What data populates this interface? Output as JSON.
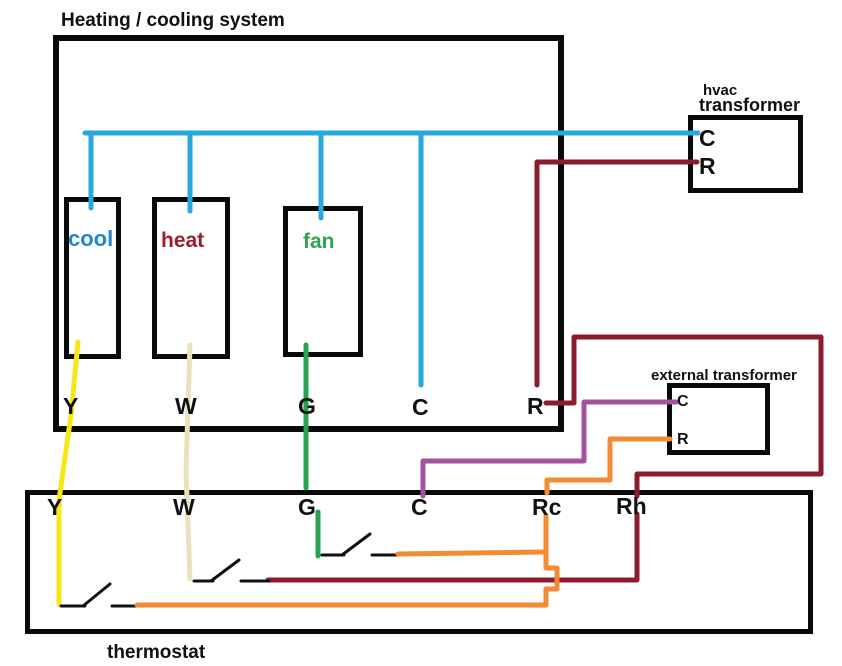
{
  "diagram_title": "Heating / cooling system",
  "colors": {
    "wire_blue": "#29a8e0",
    "wire_maroon": "#8c1b2b",
    "wire_yellow": "#f8e616",
    "wire_cream": "#e9e2bd",
    "wire_green": "#26a44f",
    "wire_purple": "#a3539e",
    "wire_orange": "#f28b33",
    "text_blue": "#2187cf",
    "text_red": "#9e1b32",
    "text_green": "#2fa455",
    "ink": "#111111"
  },
  "heating_system": {
    "title": "Heating / cooling system",
    "components": {
      "cool": "cool",
      "heat": "heat",
      "fan": "fan"
    },
    "terminals": [
      "Y",
      "W",
      "G",
      "C",
      "R"
    ]
  },
  "hvac_transformer": {
    "label_line1": "hvac",
    "label_line2": "transformer",
    "terminal_c": "C",
    "terminal_r": "R"
  },
  "external_transformer": {
    "label": "external transformer",
    "terminal_c": "C",
    "terminal_r": "R"
  },
  "thermostat": {
    "label": "thermostat",
    "terminals": [
      "Y",
      "W",
      "G",
      "C",
      "Rc",
      "Rh"
    ]
  }
}
